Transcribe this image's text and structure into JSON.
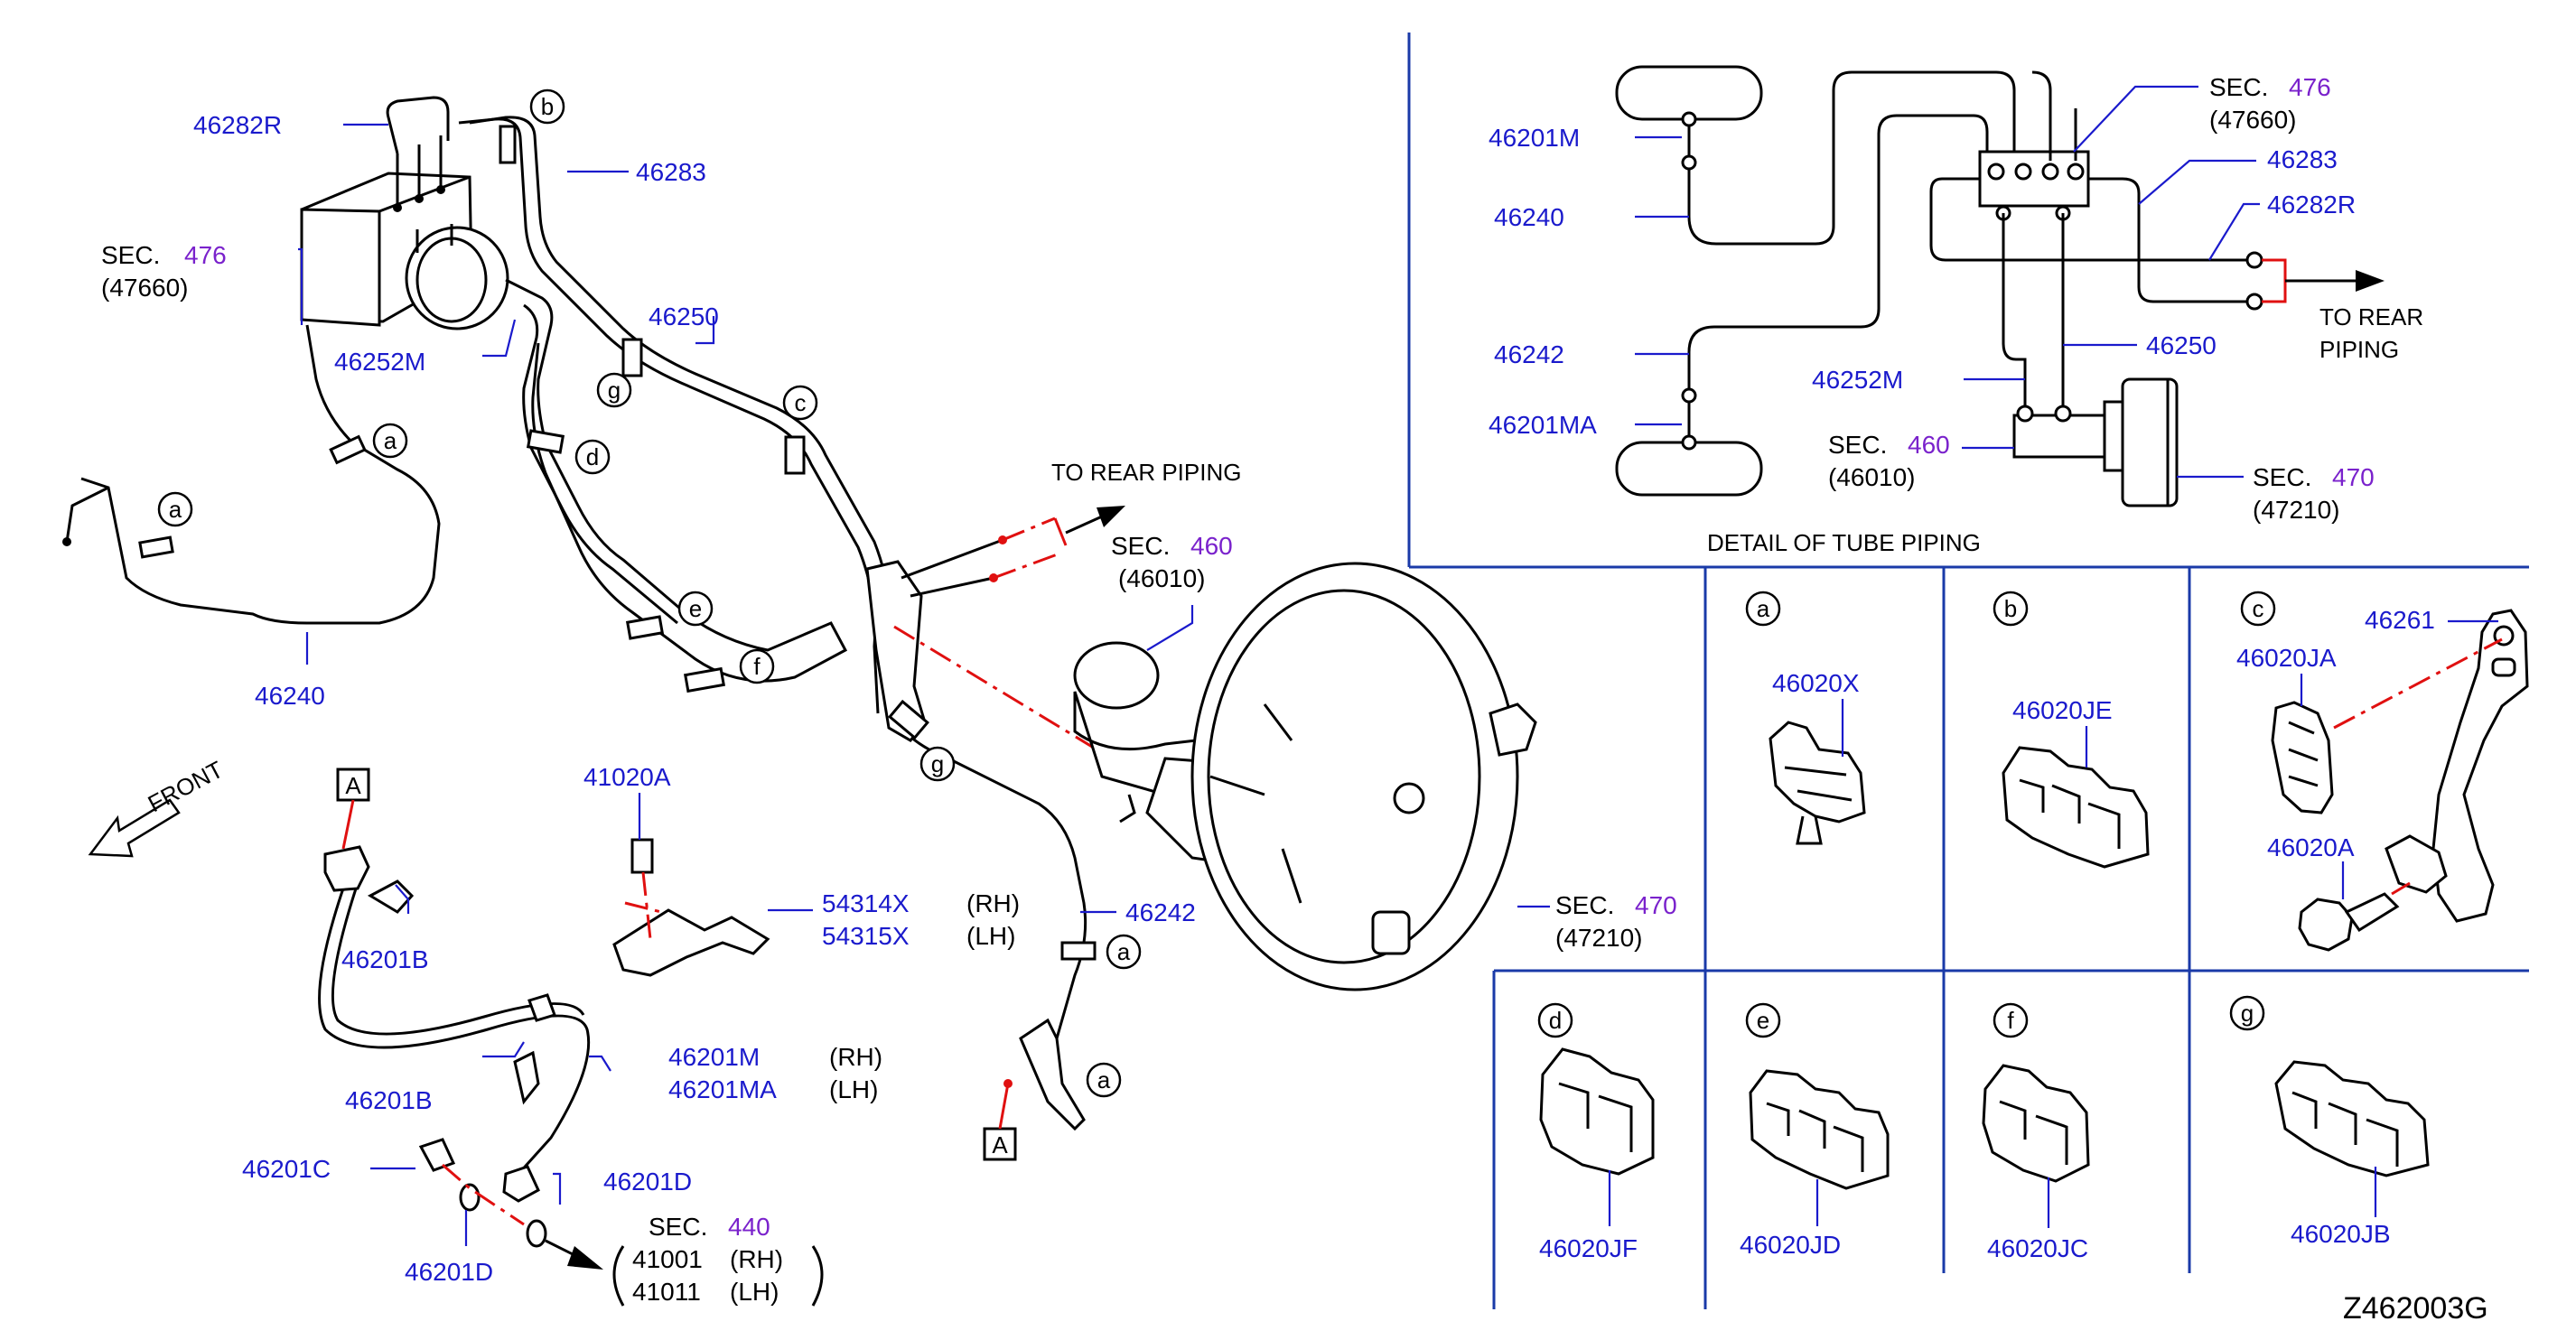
{
  "diagram_code": "Z462003G",
  "front_label": "FRONT",
  "main_view": {
    "labels": {
      "p46282R": "46282R",
      "p46283": "46283",
      "sec476_sec": "SEC.",
      "sec476_num": "476",
      "sec476_sub": "(47660)",
      "p46250": "46250",
      "p46252M": "46252M",
      "p46240": "46240",
      "to_rear_piping": "TO  REAR  PIPING",
      "sec460_sec": "SEC.",
      "sec460_num": "460",
      "sec460_sub": "(46010)",
      "p46242": "46242",
      "sec470_sec": "SEC.",
      "sec470_num": "470",
      "sec470_sub": "(47210)",
      "p41020A": "41020A",
      "p54314X": "54314X",
      "p54315X": "54315X",
      "rh": "(RH)",
      "lh": "(LH)",
      "p46201B_a": "46201B",
      "p46201B_b": "46201B",
      "p46201M": "46201M",
      "p46201MA": "46201MA",
      "rh2": "(RH)",
      "lh2": "(LH)",
      "p46201C": "46201C",
      "p46201D_a": "46201D",
      "p46201D_b": "46201D",
      "sec440_sec": "SEC.",
      "sec440_num": "440",
      "p41001": "41001",
      "p41011": "41011",
      "rh3": "(RH)",
      "lh3": "(LH)",
      "ref_A1": "A",
      "ref_A2": "A"
    },
    "clip_refs": {
      "a1": "a",
      "a2": "a",
      "a3": "a",
      "a4": "a",
      "b": "b",
      "c": "c",
      "d": "d",
      "e": "e",
      "f": "f",
      "g1": "g",
      "g2": "g"
    }
  },
  "detail_tube_piping": {
    "title": "DETAIL  OF  TUBE  PIPING",
    "labels": {
      "p46201M": "46201M",
      "p46240": "46240",
      "p46242": "46242",
      "p46201MA": "46201MA",
      "sec476_sec": "SEC.",
      "sec476_num": "476",
      "sec476_sub": "(47660)",
      "p46283": "46283",
      "p46282R": "46282R",
      "to_rear_1": "TO  REAR",
      "to_rear_2": "PIPING",
      "p46250": "46250",
      "p46252M": "46252M",
      "sec460_sec": "SEC.",
      "sec460_num": "460",
      "sec460_sub": "(46010)",
      "sec470_sec": "SEC.",
      "sec470_num": "470",
      "sec470_sub": "(47210)"
    }
  },
  "clip_details": [
    {
      "letter": "a",
      "part": "46020X"
    },
    {
      "letter": "b",
      "part": "46020JE"
    },
    {
      "letter": "c",
      "part": "46261",
      "part2": "46020JA",
      "part3": "46020A"
    },
    {
      "letter": "d",
      "part": "46020JF"
    },
    {
      "letter": "e",
      "part": "46020JD"
    },
    {
      "letter": "f",
      "part": "46020JC"
    },
    {
      "letter": "g",
      "part": "46020JB"
    }
  ],
  "colors": {
    "part_number": "#1a1acc",
    "section_number": "#7a22cc",
    "frame": "#1a3aa8",
    "red_line": "#e01010"
  }
}
